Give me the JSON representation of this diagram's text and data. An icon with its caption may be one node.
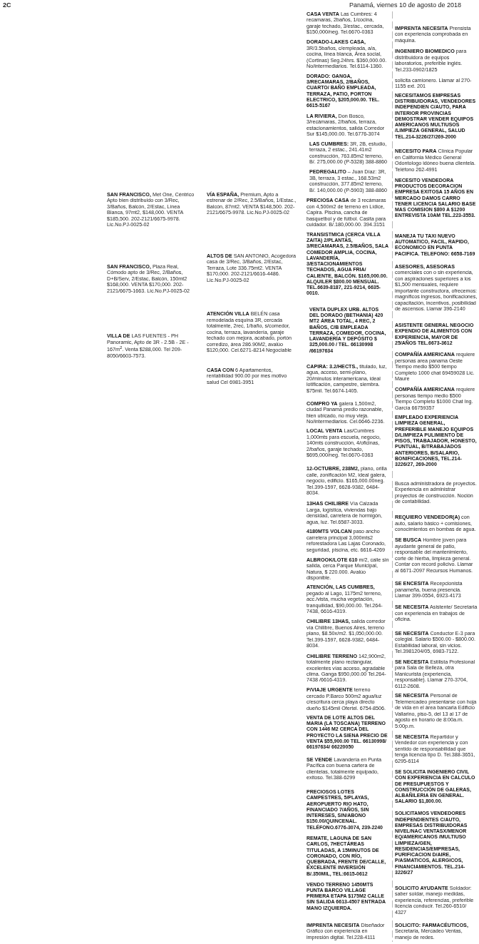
{
  "diagram": {
    "labels": [
      "2C",
      "Panamá, viernes 10 de agosto de 2018",
      "**SAN FRANCISCO,** Met One, Céntrico Apto bien distribuido con 3/Rec, 3/Baños, Balcón, 2/Estac, Línea Blanca, 97mt2, $148,000. VENTA $185,500. 202-2121/6675-9978. Lic.No.PJ-0025-02",
      "**SAN FRANCISCO,** Plaza Real, Cómodo apto de 3/Rec, 2/Baños, D+B/Serv, 2/Estac, Balcón, 150mt2 $168,000. VENTA $170,000. 202-2121/6675-1663. Lic.No.PJ-0025-02",
      "**VILLA DE** LAS FUENTES - PH Panoramic, Apto de 3R - 2.5B - 2E - 167m$^{2}$. Venta $288,000. Tel 209-8050/6603-7573.",
      "**VÍA ESPAÑA,** Premium, Apto a estrenar de 2/Rec, 2.5/Baños, 1/Estac., Balcón, 87mt2. VENTA $148,500. 202-2121/6675-9978. Lic.No.PJ-0025-02",
      "**ALTOS DE** SAN ANTONIO, Acogedora casa de 3/Rec, 3/Baños, 2/Estac, Terraza, Lote 336.75mt2. VENTA $170,000. 202-2121/6616-4486. Lic.No.PJ-0025-02",
      "**ATENCIÓN VILLA** BELÉN casa remodelada esquina 3R, cercada totalmente, 2rec, 1/baño, s/comedor, cocina, terraza, lavandería, garaje techado con mejora, acabado, portón corredizo, área 286.90M2, avalúo $120,000. Cel.6271-8214 Negociable",
      "**CASA CON** 6 Apartamentos, rentabilidad 900.00 por mes motivo salud Cel 6981-3951",
      "**CASA VENTA** Las Cumbres: 4 recamaras, 2baños, 1/cocina, garaje techado, 3/estac., cercada, $150,000/neg. Tel.6670-0363",
      "**DORADO-LAKES CASA,** 3R/3.5baños, c/empleada, a/a, cocina, línea blanca, Área social, (Cortinas) Seg.24hrs. $360,000.00. No/intermediarios. Tel.6114-1360.",
      "DORADO: GANGA, 3/RECAMARAS, 2/BAÑOS, CUARTO/ BAÑO EMPLEADA, TERRAZA, PATIO, PORTON ELECTRICO, $205,000.00. TEL. 6615-5167",
      "**LA RIVIERA,** Don Bosco, 3/recámaras, 2/baños, terraza, estacionamientos, salida Corredor Sur $145,000.00. Tel.6776-3074",
      "**LAS CUMBRES:** 3R, 2B, estudio, terraza, 2 estac., 241.41m2 construcción, 763.85m2 terreno, B/. 275,000.00 (P-5328) 388-8860",
      "**PEDREGALITO** – Juan Díaz: 3R, 3B, terraza, 3 estac., 168.53m2 construcción, 377.85m2 terreno, B/. 140,000.00 (P-5903) 388-8860",
      "**PRECIOSA CASA** de 3 recámaras con 4,500m2 de terreno en Lídice, Capira. Piscina, cancha de basquetbol y de fútbol. Casita para cuidador. B/.180,000.00. 394.3151",
      "TRANSISTMICA (CERCA VILLA ZAITA) 2/PLANTAS, 3/RECAMARAS, 2.5/BAÑOS, SALA COMEDOR AMPLIA, COCINA, LAVANDERÍA, 3/ESTACIONAMIENTOS TECHADOS, AGUA FRIA/ CALIENTE, BALCÓN. $165,000.00. ALQUILER $800.00 MENSUAL. TEL.6639-8187, 221-9214, 6635-0010.",
      "VENTA DUPLEX URB. ALTOS DEL DORADO (BETHANIA) 420 MT2 ÁREA TOTAL, 4 REC, 2 BAÑOS, C/B EMPLEADA TERRAZA, COMEDOR, COCINA, LAVANDERÍA Y DEPÓSITO $ 325,000.00 / TEL. 66130998 /66197634",
      "**CAPIRA: 3.2/HECTS.,** titulado, luz, agua, acceso, semi-plano, 20/minutos interamericana, ideal lotificación, campestre, siembra. $75mil. Tel.6674-1405.",
      "**COMPRO YA** galera 1,500m2, ciudad Panamá predio razonable, bien ubicado, no muy vieja. No/intermediarios. Cel.6646-2236.",
      "**LOCAL VENTA** Las/Cumbres 1,000mts para escuela, negocio, 140mts construcción, 4/oficinas, 2/baños, garaje techado, $695,000/neg. Tel.6670-0363",
      "**12-OCTUBRE, 238M2,** plano, orilla calle, zonificación M2, ideal galera, negocio, edificio. $165,000.00neg. Tel.399-1597, 6628-9382, 6484-8034.",
      "**13HAS CHILIBRE** Vía Calzada Larga, logística, viviendas bajo densidad, carretera de hormigón, agua, luz. Tel.6587-3033.",
      "**4180MTS VOLCAN** paso ancho carretera principal 3,000mts2 reforestadora Las Lajas Coronado, seguridad, piscina, etc. 6616-4269",
      "**ALBROOK/LOTE 610** m/2, calle sin salida, cerca Parque Municipal, Natura, $ 220.000. Avalúo disponible.",
      "**ATENCIÓN, LAS CUMBRES,** pegado al Lago, 1175m2 terreno, acc./vista, mucha vegetación, tranquilidad, $90,000.00. Tel.264-7438, 6616-4319.",
      "**CHILIBRE 13HAS,** salida corredor vía Chilibre, Buenos Aires, terreno plano, $8.50x/m2. $1,050,000.00. Tel.399-1597, 6628-9382, 6484-8034.",
      "**CHILIBRE TERRENO** 142,900m2, totalmente plano rectangular, excelentes vías acceso, agradable clima. Ganga $950,000.00 Tel.264-7438 /6616-4319.",
      "**P/VIAJE URGENTE** terreno cercado P.Barco 500m2 agua/luz c/escritura cerca playa directo dueño $145mil Ofertel. 6754-8506.",
      "VENTA DE LOTE ALTOS DEL MARIA (LA TOSCANA) TERRENO CON 1446 M2 CERCA DEL PROYECTO LA SIENA PRECIO DE VENTA $55,900.00 TEL. 66130998/ 66197634/ 66220050",
      "**SE VENDE** Lavandería en Punta Pacífica con buena cartera de clientelas, totalmente equipado, exitoso. Tel.388-6299",
      "PRECIOSOS LOTES CAMPESTRES, 5/PLAYAS, AEROPUERTO RIO HATO, FINANCIADO 7/AÑOS, SIN INTERESES, SIN/ABONO $150.00/QUINCENAL. TELÉFONO.6776-3074, 239-2240",
      "REMATE, LAGUNA DE SAN CARLOS, 7HECTÁREAS TITULADAS, A 15MINUTOS DE CORONADO, CON RÍO, QUEBRADA, FRENTE DE/CALLE, EXCELENTE INVERSIÓN B/.350MIL, TEL:6615-0612",
      "VENDO TERRENO 1450MTS PUNTA BARCO VILLAGE PRIMERA ETAPA $175M2 CALLE SIN SALIDA 6613-4507 ENTRADA MANO IZQUIERDA.",
      "**IMPRENTA NECESITA** Diseñador Gráfico con experiencia en impresión digital. Tel.228-4111",
      "**IMPRENTA NECESITA** Prensista con experiencia comprobada en máquina.",
      "**INGENIERO BIOMEDICO** para distribuidora de equipos laboratorios, preferible inglés. Tel.233-0902/1825",
      "solicita camionero. Llamar al 270-1155 ext. 201",
      "NECESITAMOS EMPRESAS DISTRIBUIDORAS, VENDEDORES INDEPENDIEN C/AUTO, PARA INTERIOR PROVINCIAS DEMOSTRAR VENDER EQUIPOS AMERICANOS MULTIUSOS /LIMPIEZA GENERAL, SALUD TEL.214-3226/27/269-2000",
      "**NECESITO PARA** Clínica Popular en California Médico General Odontologo idóneo buena clientela. Teléfono 262-4991",
      "NECESITO VENDEDORA PRODUCTOS DECORACION EMPRESA EXITOSA 15 AÑOS EN MERCADO DAMOS CARRO TENER LICENCIA SALARIO BASE MAS COMISION $800 A $1200 ENTREVISTA 10AM TEL.223-3553.",
      "MANEJA TU TAXI NUEVO AUTOMATICO, FACIL, RAPIDO, ECONOMICO EN PUNTA PACIFICA. TELEFONO: 6658-7169",
      "**ASESORES, ASESORAS** comerciales con o sin experiencia, con aspiraciones superiores a los $1,500 mensuales, requiere importante constructora, ofrecemos: magníficos ingresos, bonificaciones, capacitación, incentivos, posibilidad de ascensos. Llamar 396-2140",
      "ASISTENTE GENERAL NEGOCIO EXPENDIO DE ALIMENTOS CON EXPERIENCIA, MAYOR DE 25/AÑOS TEL.6673-3612",
      "**COMPAÑÍA AMERICANA** requiere personas area panama Oeste Tiempo medio $500 tiempo Completo 1000 chat 69459028 Lic. Maure",
      "**COMPAÑÍA AMERICANA** requiere personas tiempo medio $500 Tiempo Completo $1000 Chat Ing. García 66759357",
      "EMPLEADO EXPERIENCIA LIMPIEZA GENERAL, PREFERIBLE MANEJO EQUIPOS D/LIMPIEZA PULIMIENTO DE PISOS, TRABAJADOR, HONESTO, PUNTUAL, B/TRABAJADOS ANTERIORES, B/SALARIO, BONIFICACIONES, TEL.214-3226/27, 269-2000",
      "Busca administradora de proyectos. Experiencia en administrar proyectos de construcción. Noción de contabilidad.",
      "**REQUIERO VENDEDOR(A)** con auto, salario básico + comisiones, conocimientos en bombas de agua.",
      "**SE BUSCA** Hombre joven para ayudante general de patio, responsable del mantenimiento, corte de hierba, limpieza general. Contar con record policivo. Llamar al 6671-2097 Recursos Humanos.",
      "**SE ENCESITA** Recepcionista panameña, buena presencia. Llamar 399-0554, 6923-4173",
      "**SE NECESITA** Asistente/ Secretaria con experiencia en trabajos de oficina.",
      "**SE NECESITA** Conductor E-3 para colegial. Salario $500.00 - $800.00. Estabilidad laboral, sin vicios. Tel.3981204/05, 6983-7122.",
      "**SE NECESITA** Estilista Profesional para Sala de Belleza, otra Manicurista (experiencia, responsable). Llamar 270-3704, 6112-2608.",
      "**SE NECESITA** Personal de Telemercadeo presentarse con hoja de vida en el área bancaria Edificio Vallarino, piso-5, del 13 al 17 de agosto en horario de 8:00a.m. 5:00p.m.",
      "**SE NECESITA** Repartidor y Vendedor con experiencia y con sentido de responsabilidad que tenga licencia tipo D. Tel.388-3651, 6295-6114",
      "SE SOLICITA INGENIERO CIVIL CON EXPERIENCIA EN CALCULO DE PRESUPUESTOS Y CONSTRUCCIÓN DE GALERAS, ALBAÑILERIA EN GENERAL. SALARIO $1,800.00.",
      "SOLICITAMOS VENDEDORES INDEPENDIENTES C/AUTO, EMPRESAS DISTRIBUIDORAS NIVEL/NAC VENTASX/MENOR EQ/AMERICANOS /MULTIUSO LIMPIEZA/GEN, RESIDENCIAS/EMPRESAS, PURIFICACION D/AIRE, P/ASMATICOS, ALERGICOS, FINANCIAMIENTOS. TEL.214-3226/27",
      "**SOLICITO AYUDANTE** Soldador: saber soldar, manejo medidas, experiencia, referencias, preferible licencia conducir. Tel.260-6510/ 4327",
      "**SOLICITO: FARMACÉUTICOS,** Secretaria, Mercadeo Ventas, manejo de redes."
    ]
  }
}
